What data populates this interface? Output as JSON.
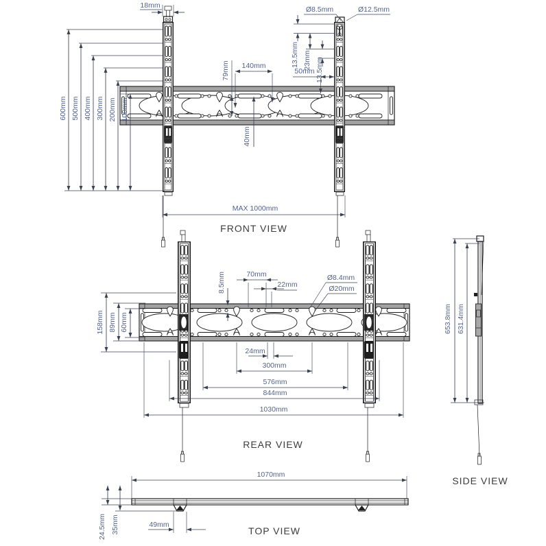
{
  "front_view": {
    "label": "FRONT VIEW",
    "screw_width": "18mm",
    "heights": [
      "600mm",
      "500mm",
      "400mm",
      "300mm",
      "200mm",
      "100mm"
    ],
    "hole_small": "Ø8.5mm",
    "hole_large": "Ø12.5mm",
    "spacing_top": "13.5mm",
    "spacing_mid": "23mm",
    "spacing_bot": "13.5mm",
    "row_gap": "79mm",
    "hole_pitch": "140mm",
    "edge_offset": "50mm",
    "center_offset": "40mm",
    "max_width": "MAX 1000mm"
  },
  "rear_view": {
    "label": "REAR VIEW",
    "top_gap": "8.5mm",
    "pitch_70": "70mm",
    "pitch_22": "22mm",
    "hole_dia": "Ø8.4mm",
    "keyhole_dia": "Ø20mm",
    "height_total": "158mm",
    "height_mid": "89mm",
    "height_inner": "60mm",
    "pitch_24": "24mm",
    "pitch_300": "300mm",
    "pitch_576": "576mm",
    "pitch_844": "844mm",
    "width_total": "1030mm"
  },
  "side_view": {
    "label": "SIDE VIEW",
    "height_outer": "653.8mm",
    "height_inner": "631.4mm"
  },
  "top_view": {
    "label": "TOP VIEW",
    "width_total": "1070mm",
    "depth_plate": "24.5mm",
    "depth_total": "35mm",
    "clip_width": "49mm"
  },
  "colors": {
    "line": "#1c1c1c",
    "dim_line": "#3a4150",
    "dim_text": "#53628a",
    "view_label": "#3c3c3c",
    "metal_gray": "#a3a3a3"
  }
}
